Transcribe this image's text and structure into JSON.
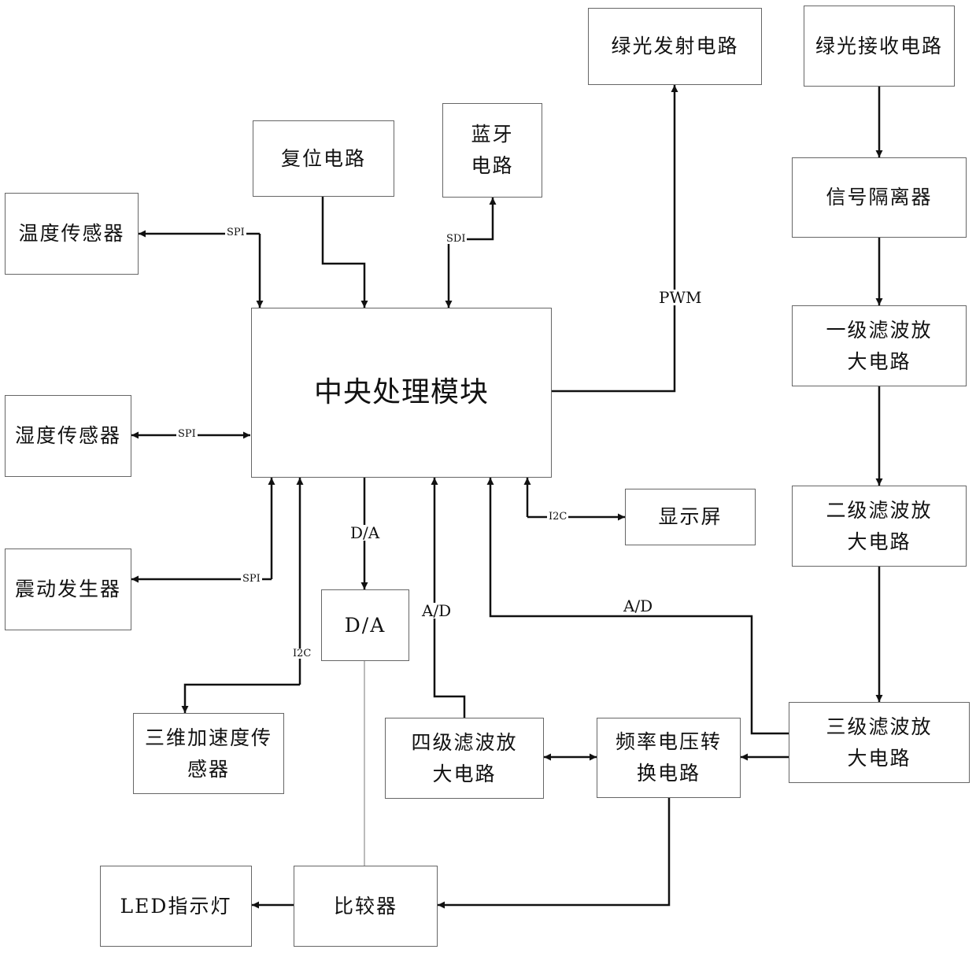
{
  "nodes": {
    "green_emit": "绿光发射电路",
    "green_recv": "绿光接收电路",
    "reset": "复位电路",
    "bluetooth_l1": "蓝牙",
    "bluetooth_l2": "电路",
    "temp_sensor": "温度传感器",
    "humid_sensor": "湿度传感器",
    "vibration": "震动发生器",
    "cpu": "中央处理模块",
    "signal_isolator": "信号隔离器",
    "filter1_l1": "一级滤波放",
    "filter1_l2": "大电路",
    "filter2_l1": "二级滤波放",
    "filter2_l2": "大电路",
    "filter3_l1": "三级滤波放",
    "filter3_l2": "大电路",
    "filter4_l1": "四级滤波放",
    "filter4_l2": "大电路",
    "fv_l1": "频率电压转",
    "fv_l2": "换电路",
    "display": "显示屏",
    "da_box": "D/A",
    "accel_l1": "三维加速度传",
    "accel_l2": "感器",
    "comparator": "比较器",
    "led": "LED指示灯"
  },
  "edge_labels": {
    "spi_temp": "SPI",
    "spi_humid": "SPI",
    "spi_vib": "SPI",
    "sdi": "SDI",
    "pwm": "PWM",
    "i2c_accel": "I2C",
    "i2c_display": "I2C",
    "da_line": "D/A",
    "ad_filter4": "A/D",
    "ad_fv": "A/D"
  },
  "colors": {
    "line": "#111111",
    "box_border": "#666666"
  }
}
